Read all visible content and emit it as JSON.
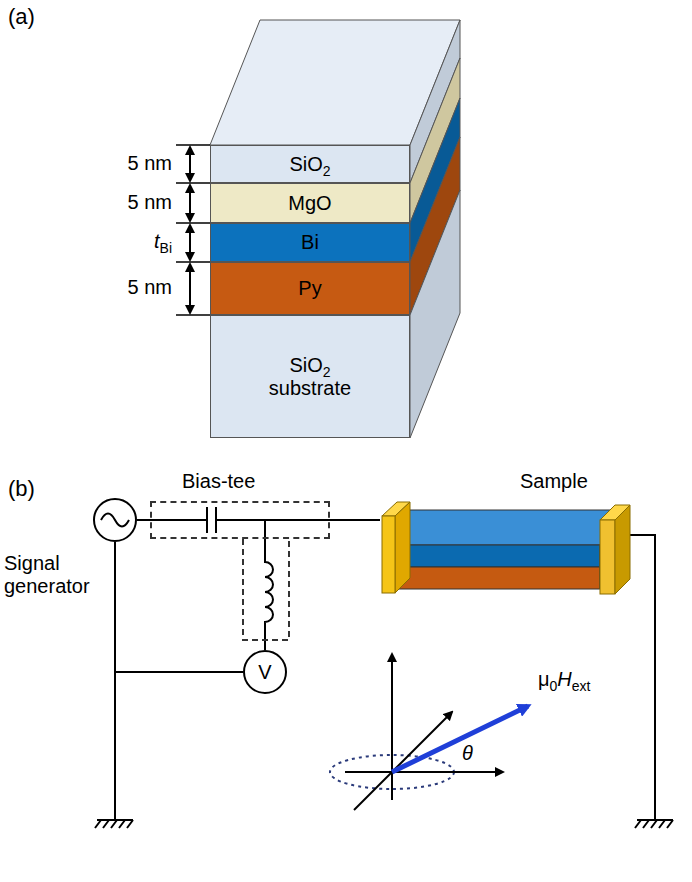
{
  "diagram": {
    "nodes": [
      {
        "text": [
          "SiO",
          "2"
        ]
      },
      {
        "text": [
          "MgO"
        ]
      },
      {
        "text": [
          "Bi"
        ]
      },
      {
        "text": [
          "Py"
        ]
      },
      {
        "text": [
          "SiO",
          "2",
          "substrate"
        ]
      },
      {
        "text": [
          "Signal generator"
        ]
      },
      {
        "text": [
          "Bias-tee"
        ]
      },
      {
        "text": [
          "Sample"
        ]
      },
      {
        "text": [
          "V"
        ]
      }
    ],
    "edges": [
      {
        "from": 5,
        "to": 6,
        "arrow": "none"
      },
      {
        "from": 6,
        "to": 7,
        "arrow": "none"
      },
      {
        "from": 6,
        "to": 8,
        "arrow": "none"
      },
      {
        "from": 5,
        "to": 8,
        "arrow": "none"
      }
    ],
    "labels": [
      "(a)",
      "5 nm",
      "5 nm",
      "t",
      "Bi",
      "5 nm",
      "(b)",
      "μ",
      "0",
      "H",
      "ext",
      "θ"
    ]
  }
}
